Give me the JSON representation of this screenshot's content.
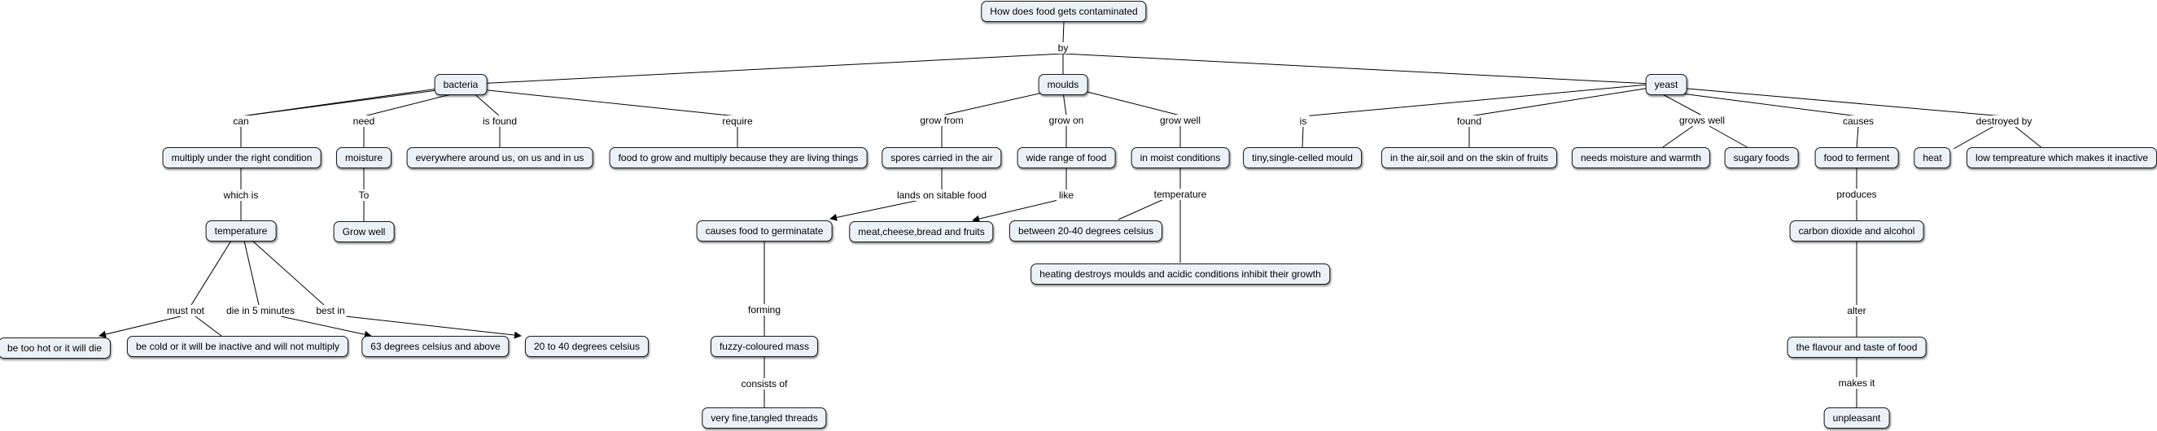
{
  "concept_map": {
    "nodes": {
      "root": "How does food gets contaminated",
      "bacteria": "bacteria",
      "moulds": "moulds",
      "yeast": "yeast",
      "multiply": "multiply under the right condition",
      "moisture": "moisture",
      "everywhere": "everywhere around us, on us and in us",
      "foodgrow": "food to grow and multiply because they are living things",
      "temperature_b": "temperature",
      "growwell_b": "Grow well",
      "toohot": "be too hot or it will die",
      "cold": "be cold or it will be inactive and will not multiply",
      "deg63": "63 degrees celsius and above",
      "deg2040": "20 to 40 degrees celsius",
      "spores": "spores carried in the air",
      "widerange": "wide range of food",
      "moistcond": "in moist conditions",
      "germinate": "causes food to germinatate",
      "meat": "meat,cheese,bread and fruits",
      "between": "between 20-40 degrees celsius",
      "heating": "heating destroys moulds and acidic conditions inhibit their growth",
      "fuzzy": "fuzzy-coloured mass",
      "threads": "very fine,tangled threads",
      "tiny": "tiny,single-celled mould",
      "inair": "in the air,soil and on the skin of fruits",
      "needsmoist": "needs moisture and warmth",
      "sugary": "sugary foods",
      "ferment": "food to ferment",
      "heat": "heat",
      "lowtemp": "low tempreature which makes it inactive",
      "co2": "carbon dioxide and alcohol",
      "flavour": "the flavour and taste of food",
      "unpleasant": "unpleasant"
    },
    "link_labels": {
      "by": "by",
      "can": "can",
      "need": "need",
      "isfound": "is found",
      "require": "require",
      "whichis": "which is",
      "to": "To",
      "mustnot": "must not",
      "die5": "die in 5 minutes",
      "bestin": "best in",
      "growfrom": "grow from",
      "growon": "grow on",
      "growwell_m": "grow well",
      "lands": "lands on sitable food",
      "like": "like",
      "temp_m": "temperature",
      "forming": "forming",
      "consists": "consists of",
      "is_y": "is",
      "found_y": "found",
      "growswell_y": "grows well",
      "causes_y": "causes",
      "destroyed_y": "destroyed by",
      "produces": "produces",
      "alter": "alter",
      "makesit": "makes it"
    }
  }
}
